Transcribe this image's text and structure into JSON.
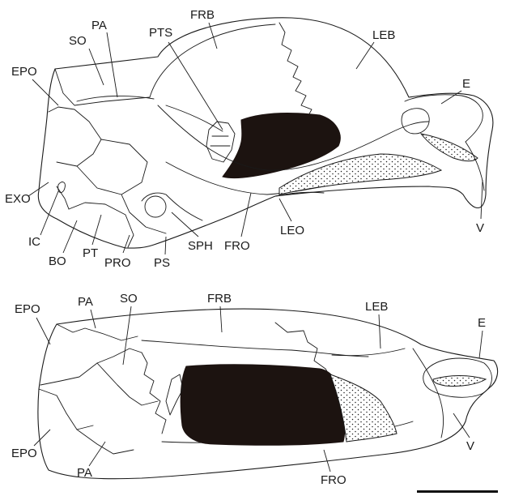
{
  "figure": {
    "colors": {
      "ink": "#1a1a1a",
      "fenestra": "#1c1310",
      "background": "#ffffff"
    },
    "lateral_view": {
      "labels": {
        "so": "SO",
        "pa": "PA",
        "frb": "FRB",
        "pts": "PTS",
        "leb": "LEB",
        "epo": "EPO",
        "e": "E",
        "exo": "EXO",
        "ic": "IC",
        "bo": "BO",
        "pt": "PT",
        "pro": "PRO",
        "ps": "PS",
        "sph": "SPH",
        "fro": "FRO",
        "leo": "LEO",
        "v": "V"
      }
    },
    "dorsal_view": {
      "labels": {
        "epo_top": "EPO",
        "pa_top": "PA",
        "so": "SO",
        "frb": "FRB",
        "leb": "LEB",
        "e": "E",
        "v": "V",
        "epo_bottom": "EPO",
        "pa_bottom": "PA",
        "fro": "FRO"
      }
    }
  }
}
